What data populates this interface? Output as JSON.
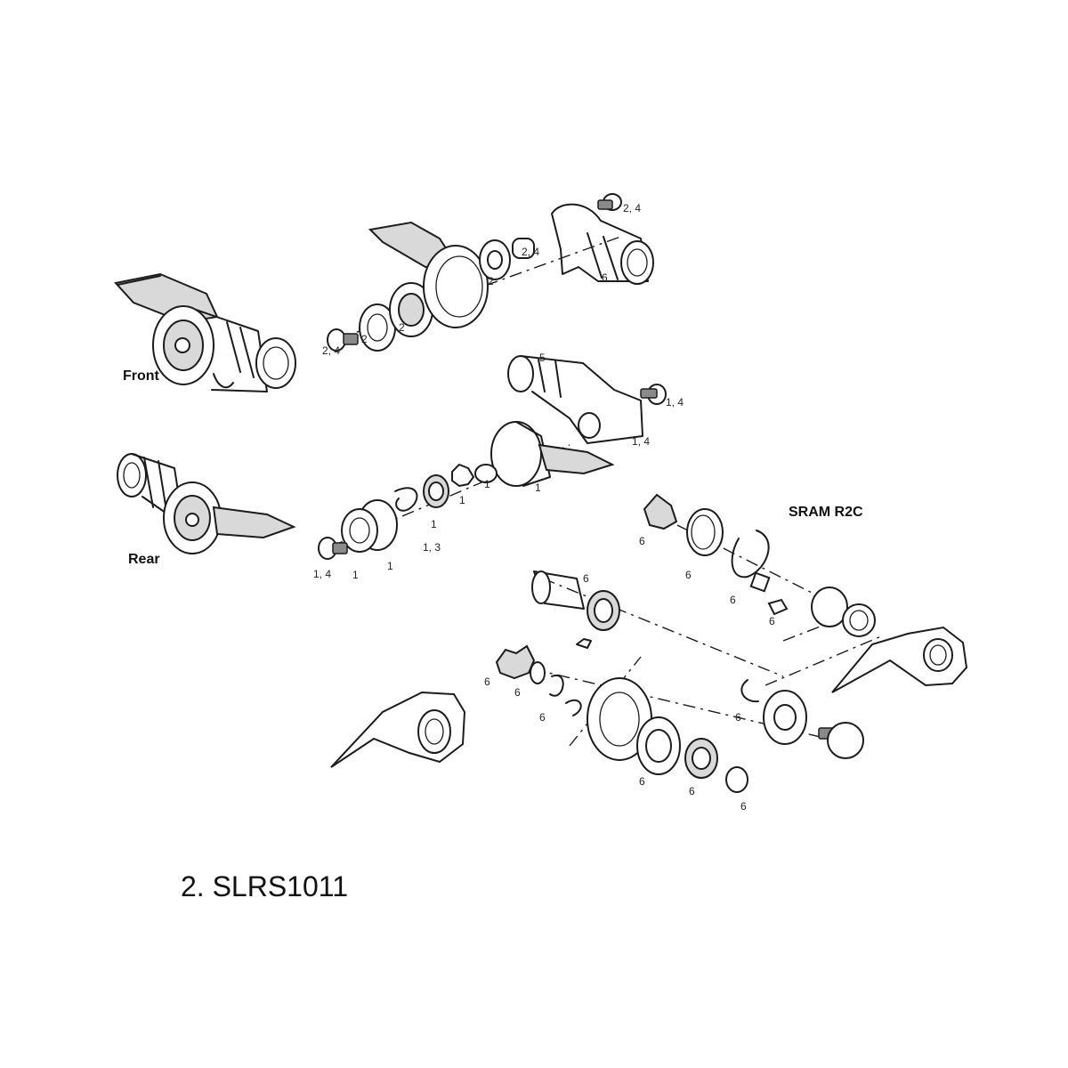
{
  "diagram": {
    "title": "SRAM R2C",
    "part_number": "2. SLRS1011",
    "groups": {
      "front": "Front",
      "rear": "Rear"
    },
    "callouts": {
      "f1": "2, 4",
      "f2": "2, 4",
      "f3": "2",
      "f4": "2",
      "f5": "2",
      "f6": "6",
      "f7": "2, 4",
      "r1": "5",
      "r2": "1, 4",
      "r3": "1, 4",
      "r4": "1",
      "r5": "1",
      "r6": "1",
      "r7": "1",
      "r8": "1, 3",
      "r9": "1",
      "r10": "1",
      "r11": "1, 4",
      "d1": "6",
      "d2": "6",
      "d3": "6",
      "d4": "6",
      "d5": "6",
      "d6": "6",
      "d7": "6",
      "d8": "6",
      "d9": "6",
      "d10": "6",
      "d11": "6",
      "d12": "6"
    }
  }
}
